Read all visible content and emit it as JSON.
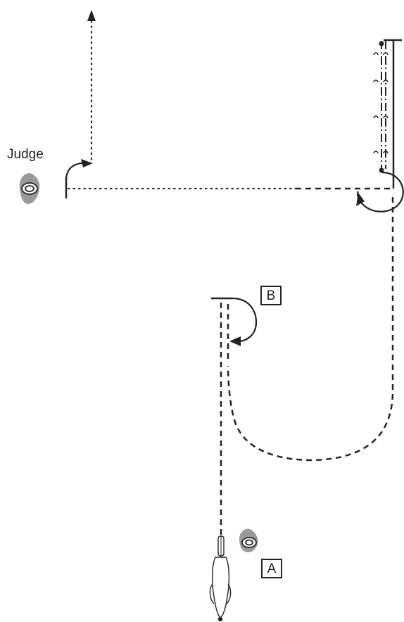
{
  "labels": {
    "judge": "Judge",
    "marker_b": "B",
    "marker_a": "A"
  },
  "colors": {
    "line": "#222222",
    "cone_fill": "#9a9a9a"
  },
  "icons": [
    "judge-cone-icon",
    "cone-icon",
    "dog-handler-icon",
    "jump-obstacle-icon"
  ]
}
